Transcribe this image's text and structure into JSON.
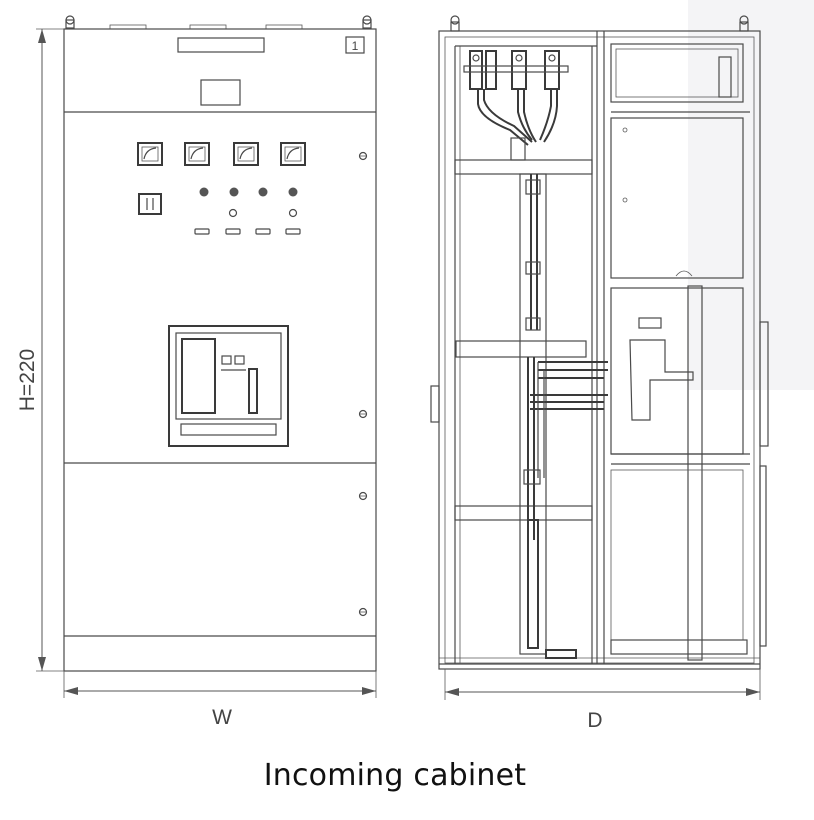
{
  "caption": "Incoming cabinet",
  "dimensions": {
    "height_label": "H=220",
    "width_label": "W",
    "depth_label": "D"
  },
  "front_view": {
    "panel_number": "1",
    "meter_count": 4,
    "indicator_lamp_count": 4,
    "push_button_count": 2,
    "nameplate_count": 4
  },
  "colors": {
    "line": "#4a4a4a",
    "background": "#ffffff",
    "caption_text": "#111111"
  }
}
